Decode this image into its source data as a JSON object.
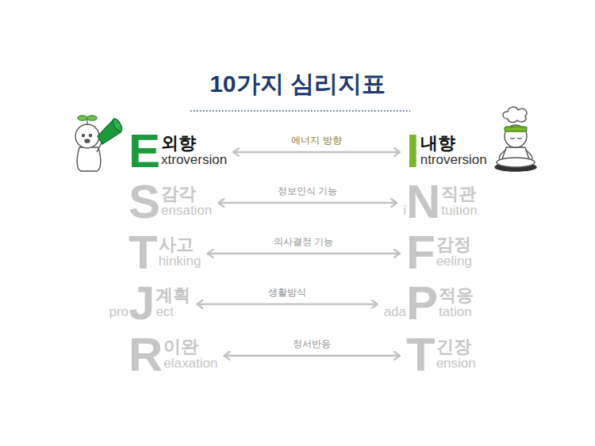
{
  "diagram": {
    "title": "10가지 심리지표",
    "nodes": [
      {
        "text": [
          "E",
          "외향",
          "xtroversion"
        ]
      },
      {
        "text": [
          "I",
          "내향",
          "ntroversion"
        ]
      },
      {
        "text": [
          "S",
          "감각",
          "ensation"
        ]
      },
      {
        "text": [
          "i",
          "N",
          "직관",
          "tuition"
        ]
      },
      {
        "text": [
          "T",
          "사고",
          "hinking"
        ]
      },
      {
        "text": [
          "F",
          "감정",
          "eeling"
        ]
      },
      {
        "text": [
          "pro",
          "J",
          "계획",
          "ect"
        ]
      },
      {
        "text": [
          "ada",
          "P",
          "적응",
          "tation"
        ]
      },
      {
        "text": [
          "R",
          "이완",
          "elaxation"
        ]
      },
      {
        "text": [
          "T",
          "긴장",
          "ension"
        ]
      }
    ],
    "edges": [
      {
        "from": 0,
        "to": 1,
        "arrow": "both",
        "label": "에너지 방향"
      },
      {
        "from": 2,
        "to": 3,
        "arrow": "both",
        "label": "정보인식 기능"
      },
      {
        "from": 4,
        "to": 5,
        "arrow": "both",
        "label": "의사결정 기능"
      },
      {
        "from": 6,
        "to": 7,
        "arrow": "both",
        "label": "생활방식"
      },
      {
        "from": 8,
        "to": 9,
        "arrow": "both",
        "label": "정서반응"
      }
    ]
  }
}
